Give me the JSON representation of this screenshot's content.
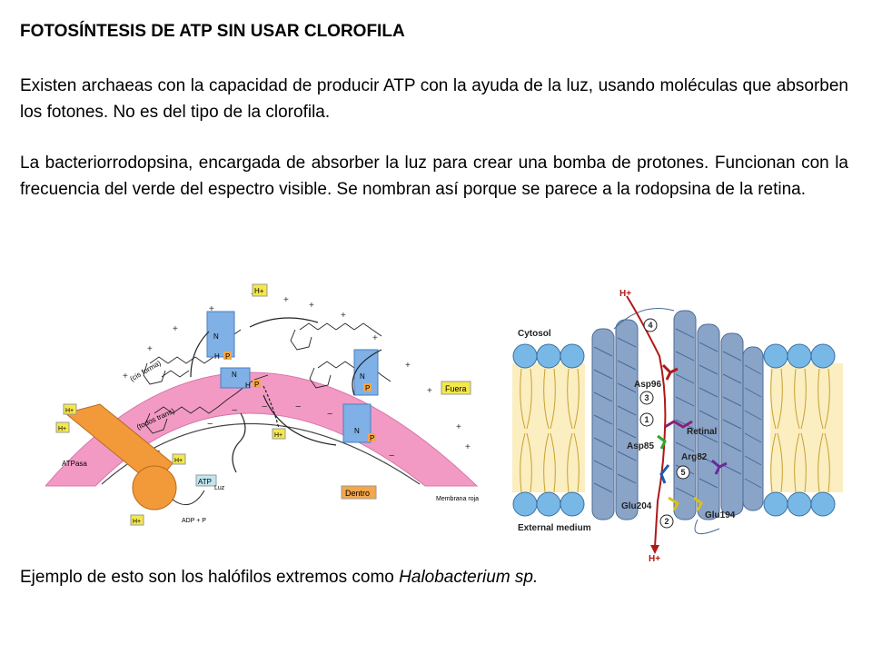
{
  "title": "FOTOSÍNTESIS DE ATP SIN USAR CLOROFILA",
  "paragraph1": "Existen archaeas con la capacidad de producir ATP con la ayuda de la luz, usando moléculas que absorben los fotones. No es del tipo de la clorofila.",
  "paragraph2": "La bacteriorrodopsina, encargada de absorber la luz para crear una bomba de protones. Funcionan con la frecuencia del verde del espectro visible. Se nombran así porque se parece a la rodopsina de la retina.",
  "footer": {
    "prefix": "Ejemplo de esto son los halófilos extremos como ",
    "species": "Halobacterium sp."
  },
  "figure_left": {
    "h_plus": "H+",
    "cis_label": "(cis forma)",
    "trans_label": "(todos trans)",
    "fuera": "Fuera",
    "dentro": "Dentro",
    "membrana": "Membrana roja",
    "atpasa": "ATPasa",
    "atp": "ATP",
    "adp": "ADP + P",
    "luz": "Luz",
    "h": "H",
    "p": "P",
    "n": "N",
    "plus": "+",
    "minus": "−"
  },
  "figure_right": {
    "cytosol": "Cytosol",
    "external": "External medium",
    "h_top": "H+",
    "h_bottom": "H+",
    "asp96": "Asp96",
    "asp85": "Asp85",
    "retinal": "Retinal",
    "arg82": "Arg82",
    "glu204": "Glu204",
    "glu194": "Glu194",
    "step1": "1",
    "step2": "2",
    "step3": "3",
    "step4": "4",
    "step5": "5"
  }
}
